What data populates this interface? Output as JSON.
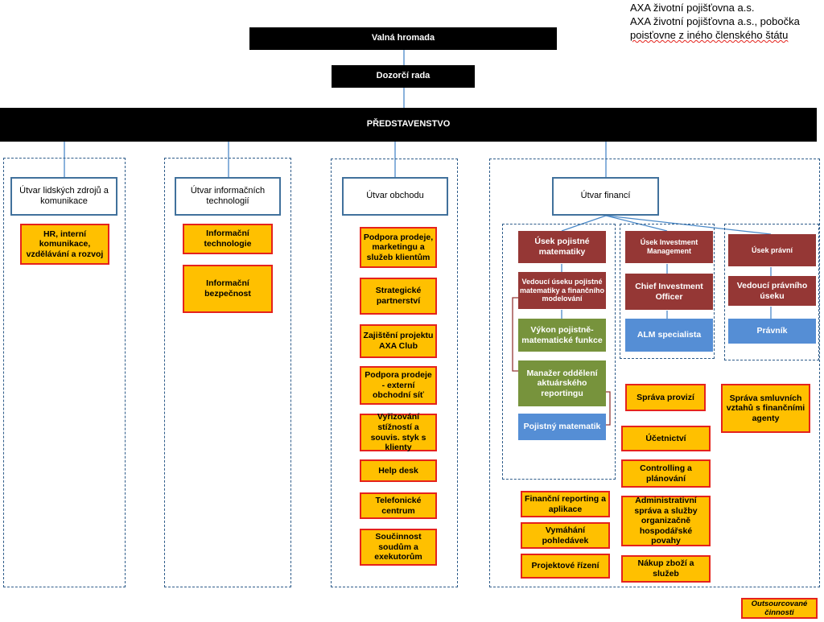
{
  "entity": {
    "line1": "AXA životní pojišťovna a.s.",
    "line2": "AXA životní pojišťovna a.s., pobočka",
    "line3": "poisťovne z iného členského štátu"
  },
  "top": {
    "general_meeting": "Valná hromada",
    "supervisory_board": "Dozorčí rada",
    "board": "PŘEDSTAVENSTVO"
  },
  "departments": {
    "hr": {
      "title": "Útvar lidských zdrojů a komunikace",
      "items": [
        "HR, interní komunikace, vzdělávání a rozvoj"
      ]
    },
    "it": {
      "title": "Útvar informačních technologií",
      "items": [
        "Informační technologie",
        "Informační bezpečnost"
      ]
    },
    "business": {
      "title": "Útvar obchodu",
      "items": [
        "Podpora prodeje, marketingu a služeb klientům",
        "Strategické partnerství",
        "Zajištění projektu AXA Club",
        "Podpora prodeje - externí obchodní síť",
        "Vyřizování stížností a souvis. styk s klienty",
        "Help desk",
        "Telefonické centrum",
        "Součinnost soudům a exekutorům"
      ]
    },
    "finance": {
      "title": "Útvar financí",
      "actuarial": {
        "title": "Úsek pojistné matematiky",
        "head": "Vedoucí úseku pojistné matematiky a finančního modelování",
        "function": "Výkon pojistně-matematické funkce",
        "reporting": "Manažer oddělení aktuárského reportingu",
        "actuary": "Pojistný matematik"
      },
      "investment": {
        "title": "Úsek Investment Management",
        "cio": "Chief Investment Officer",
        "alm": "ALM specialista"
      },
      "legal": {
        "title": "Úsek právní",
        "head": "Vedoucí právního úseku",
        "lawyer": "Právník"
      },
      "outsourced_left": [
        "Finanční reporting a aplikace",
        "Vymáhání pohledávek",
        "Projektové řízení"
      ],
      "outsourced_mid": [
        "Správa provizí",
        "Účetnictví",
        "Controlling a plánování",
        "Administrativní správa a služby organizačně hospodářské povahy",
        "Nákup zboží a služeb"
      ],
      "outsourced_right": [
        "Správa smluvních vztahů s finančními agenty"
      ]
    }
  },
  "legend": "Outsourcované činnosti",
  "colors": {
    "outsourced_fill": "#ffc000",
    "outsourced_border": "#e5221c",
    "management": "#953735",
    "function": "#77933c",
    "staff": "#558ed5",
    "connector": "#4a89c8"
  }
}
